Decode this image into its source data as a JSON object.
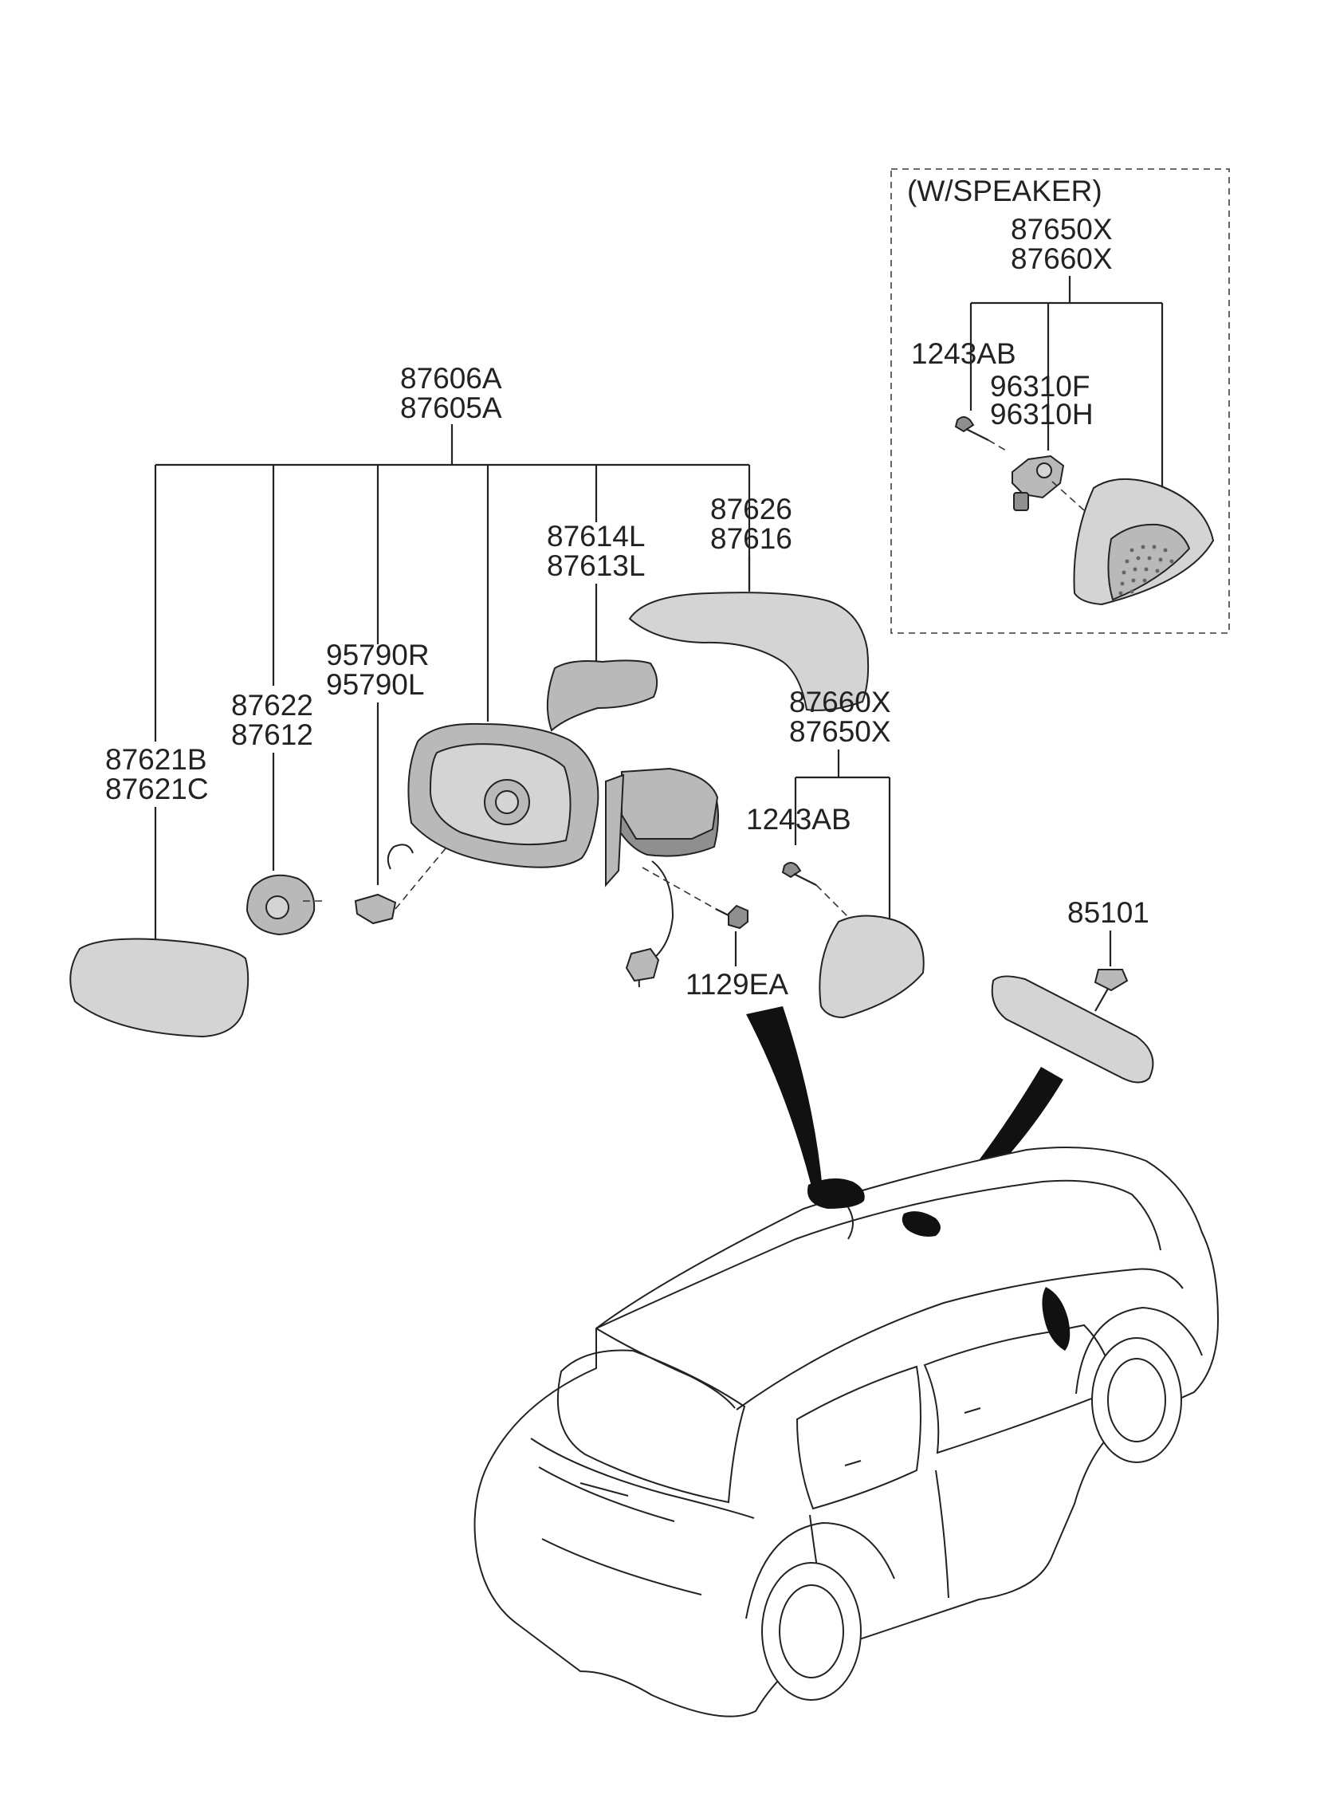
{
  "labels": {
    "speaker_title": "(W/SPEAKER)",
    "speaker_assy_a": "87650X",
    "speaker_assy_b": "87660X",
    "speaker_screw": "1243AB",
    "speaker_unit_a": "96310F",
    "speaker_unit_b": "96310H",
    "mirror_assy_a": "87606A",
    "mirror_assy_b": "87605A",
    "glass_a": "87621B",
    "glass_b": "87621C",
    "actuator_a": "87622",
    "actuator_b": "87612",
    "camera_a": "95790R",
    "camera_b": "95790L",
    "lamp_a": "87614L",
    "lamp_b": "87613L",
    "cover_a": "87626",
    "cover_b": "87616",
    "garnish_a": "87660X",
    "garnish_b": "87650X",
    "garnish_screw": "1243AB",
    "bolt": "1129EA",
    "inside_mirror": "85101"
  }
}
